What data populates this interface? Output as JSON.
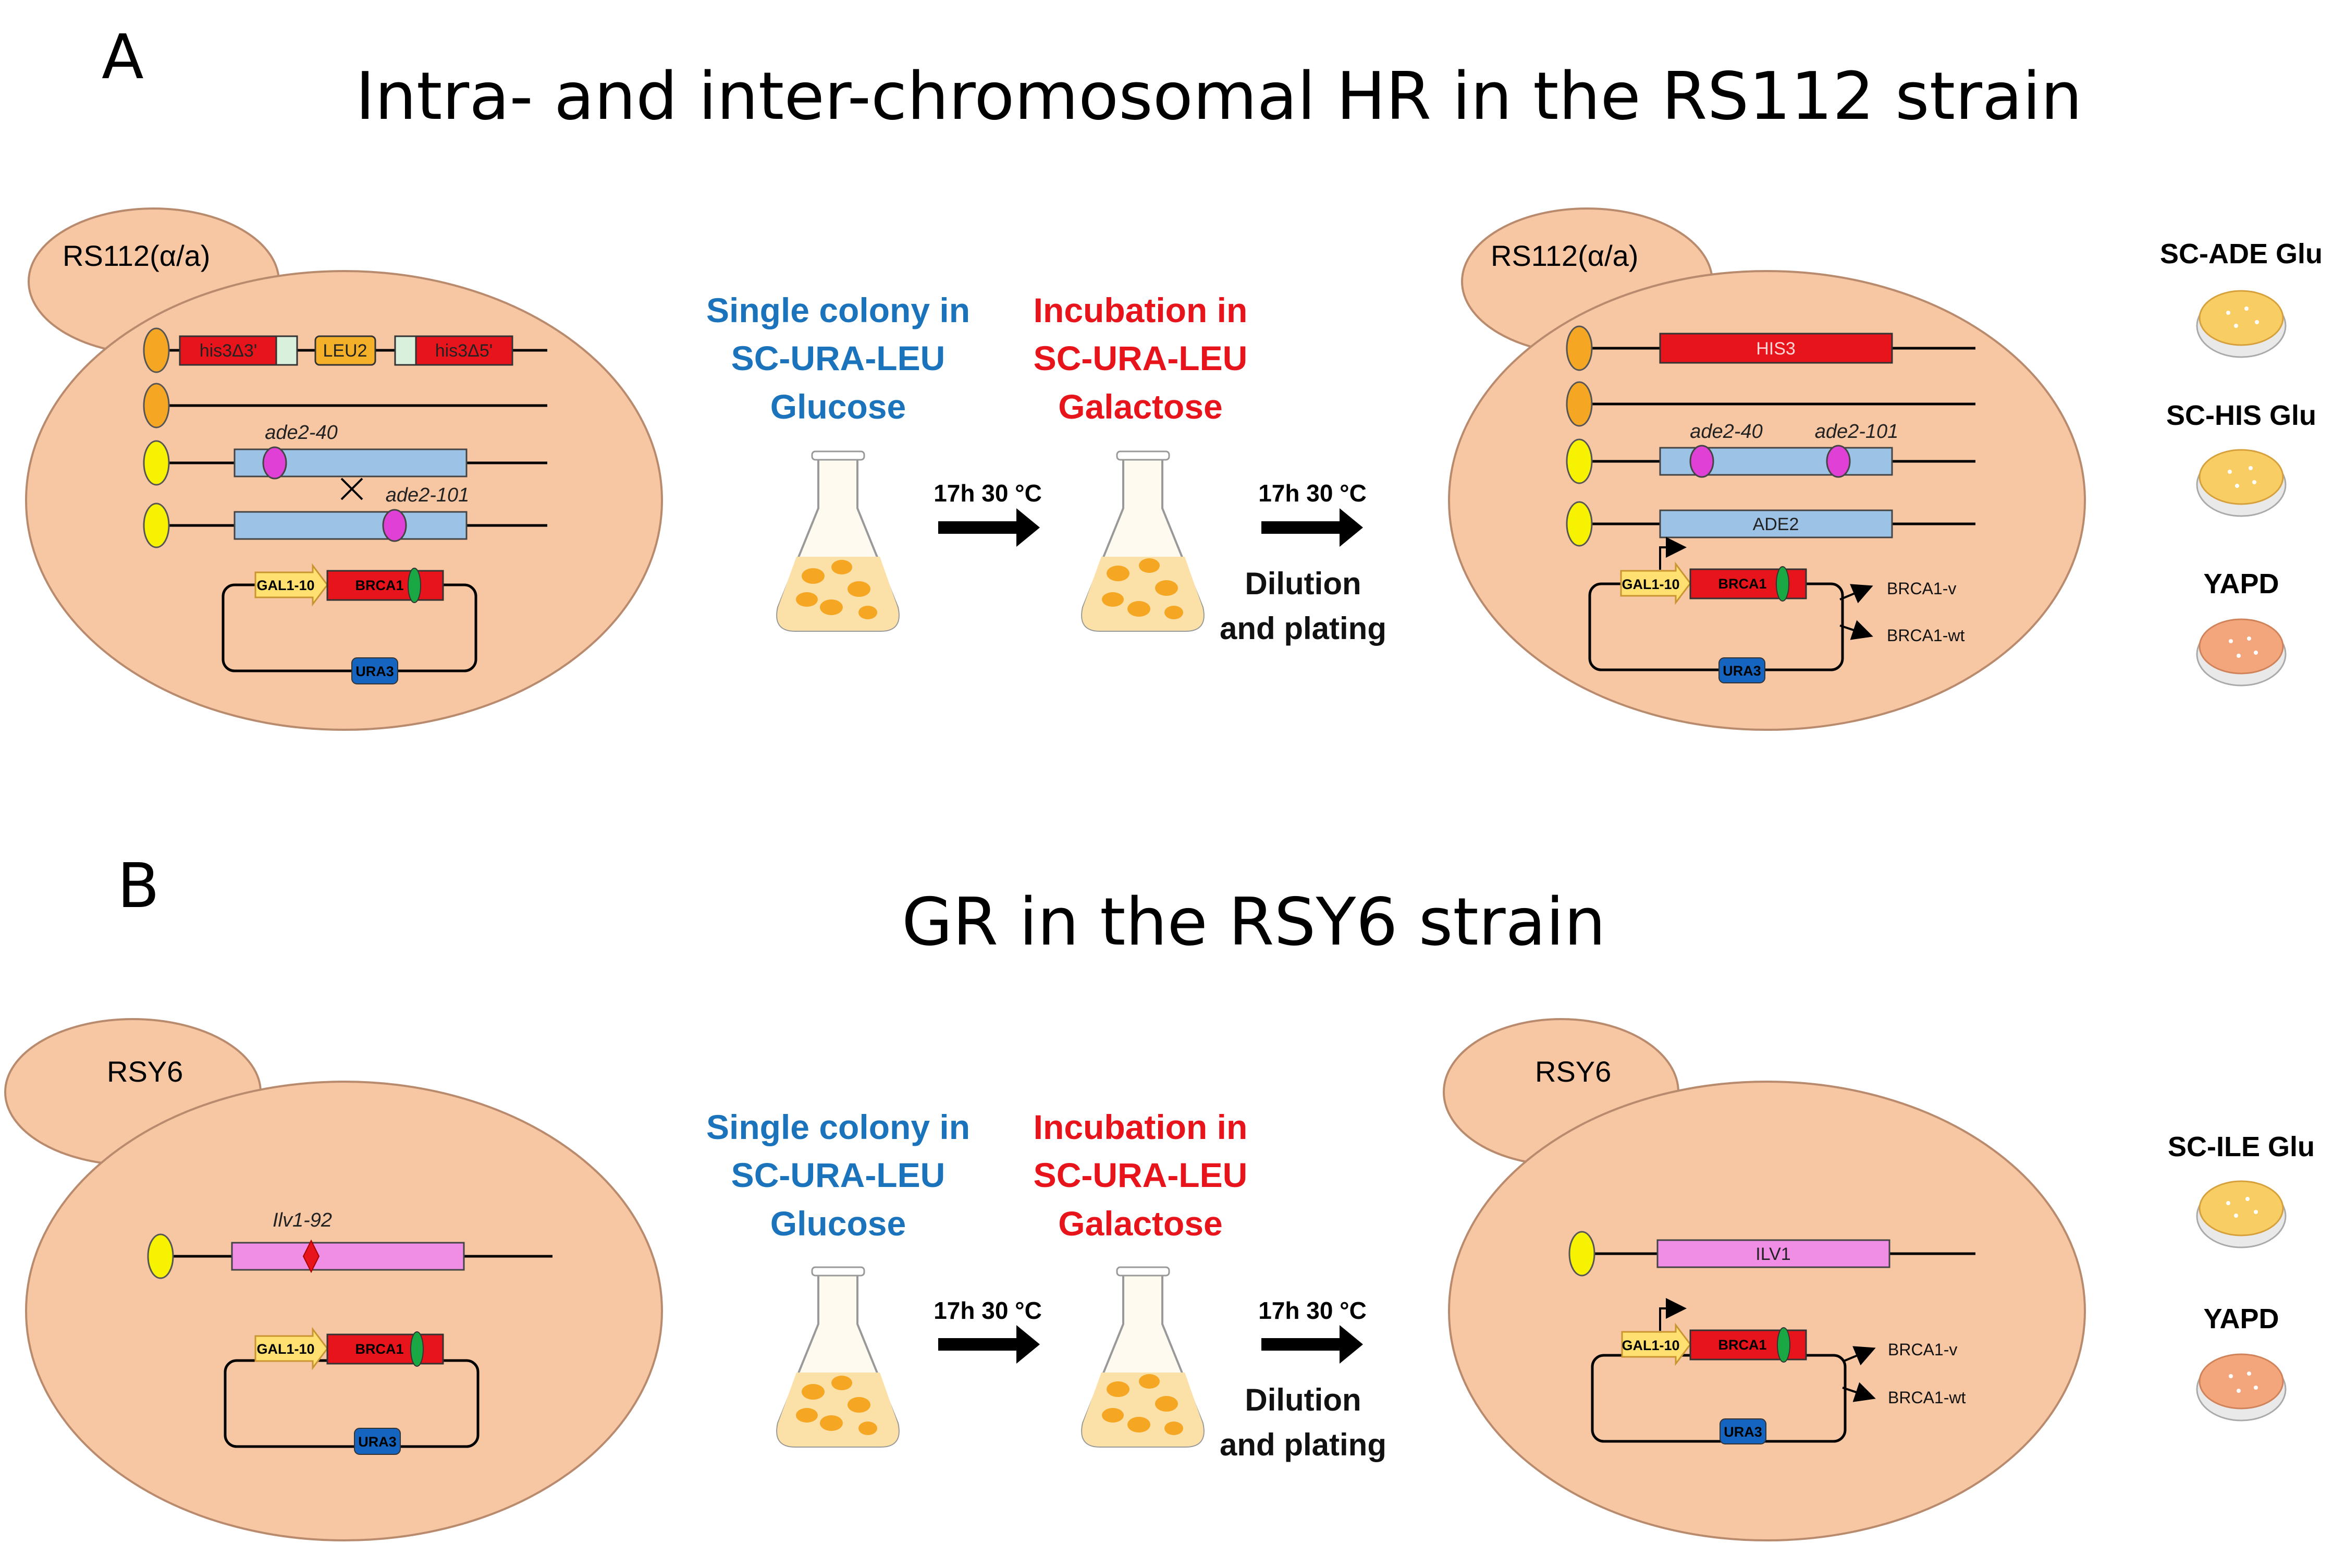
{
  "panelA": {
    "letter": "A",
    "title": "Intra- and inter-chromosomal HR in the RS112 strain",
    "strain_before": "RS112(α/a)",
    "strain_after": "RS112(α/a)",
    "genes_before": {
      "his3_3": "his3Δ3'",
      "leu2": "LEU2",
      "his3_5": "his3Δ5'",
      "ade2_40": "ade2-40",
      "ade2_101": "ade2-101",
      "gal": "GAL1-10",
      "brca1": "BRCA1",
      "ura3": "URA3"
    },
    "genes_after": {
      "his3": "HIS3",
      "ade2_40": "ade2-40",
      "ade2_101": "ade2-101",
      "ade2": "ADE2",
      "gal": "GAL1-10",
      "brca1": "BRCA1",
      "ura3": "URA3",
      "brca1_v": "BRCA1-v",
      "brca1_wt": "BRCA1-wt"
    },
    "step1": [
      "Single colony in",
      "SC-URA-LEU",
      "Glucose"
    ],
    "step2": [
      "Incubation in",
      "SC-URA-LEU",
      "Galactose"
    ],
    "cond1": "17h 30 °C",
    "cond2": "17h 30 °C",
    "dilution": [
      "Dilution",
      "and plating"
    ],
    "plates": [
      "SC-ADE Glu",
      "SC-HIS Glu",
      "YAPD"
    ]
  },
  "panelB": {
    "letter": "B",
    "title": "GR in the RSY6 strain",
    "strain_before": "RSY6",
    "strain_after": "RSY6",
    "genes_before": {
      "ilv1_92": "Ilv1-92",
      "gal": "GAL1-10",
      "brca1": "BRCA1",
      "ura3": "URA3"
    },
    "genes_after": {
      "ilv1": "ILV1",
      "gal": "GAL1-10",
      "brca1": "BRCA1",
      "ura3": "URA3",
      "brca1_v": "BRCA1-v",
      "brca1_wt": "BRCA1-wt"
    },
    "step1": [
      "Single colony in",
      "SC-URA-LEU",
      "Glucose"
    ],
    "step2": [
      "Incubation in",
      "SC-URA-LEU",
      "Galactose"
    ],
    "cond1": "17h 30 °C",
    "cond2": "17h 30 °C",
    "dilution": [
      "Dilution",
      "and plating"
    ],
    "plates": [
      "SC-ILE Glu",
      "YAPD"
    ]
  },
  "colors": {
    "cell": "#f7c6a3",
    "cell_stroke": "#b98b6e",
    "orange_centromere": "#f5a623",
    "yellow_centromere": "#f7f200",
    "his_red": "#e8141c",
    "leu_orange": "#f5b02a",
    "ade_blue": "#9cc3e5",
    "magenta": "#e040d6",
    "ilv_pink": "#f08ee6",
    "ura_blue": "#1565c0",
    "gal_yellow": "#ffe070",
    "green_marker": "#1aa845",
    "plate_yellow": "#f8cd63",
    "plate_orange": "#f3a67c"
  }
}
